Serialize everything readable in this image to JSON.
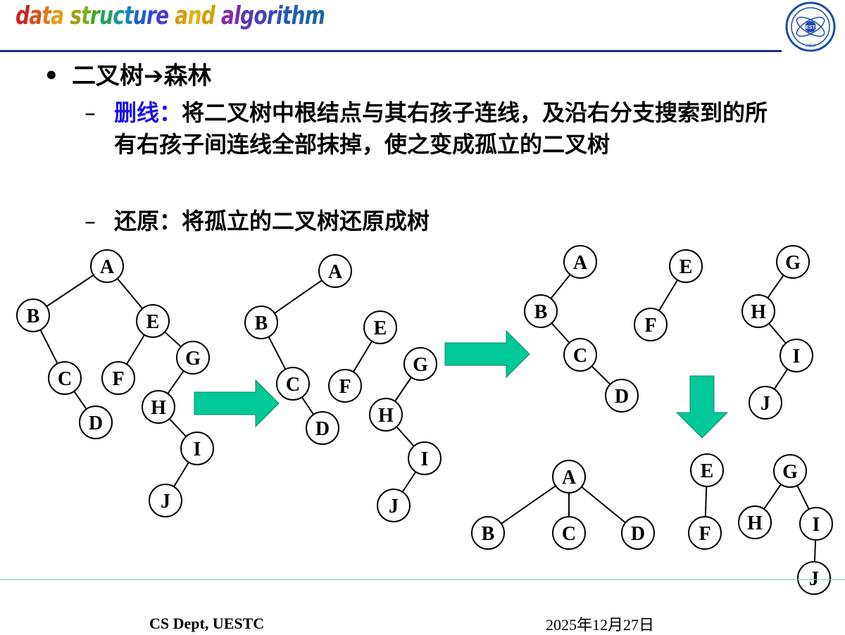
{
  "header": {
    "title_chars": [
      {
        "ch": "d",
        "color": "#c8281e"
      },
      {
        "ch": "a",
        "color": "#d8501a"
      },
      {
        "ch": "t",
        "color": "#e0781a"
      },
      {
        "ch": "a",
        "color": "#e89a1a"
      },
      {
        "ch": " ",
        "color": "#000000"
      },
      {
        "ch": "s",
        "color": "#a0a010"
      },
      {
        "ch": "t",
        "color": "#7ab020"
      },
      {
        "ch": "r",
        "color": "#40a830"
      },
      {
        "ch": "u",
        "color": "#20a060"
      },
      {
        "ch": "c",
        "color": "#18989a"
      },
      {
        "ch": "t",
        "color": "#1a80c0"
      },
      {
        "ch": "u",
        "color": "#2060d0"
      },
      {
        "ch": "r",
        "color": "#3048d0"
      },
      {
        "ch": "e",
        "color": "#5038c8"
      },
      {
        "ch": " ",
        "color": "#000000"
      },
      {
        "ch": "a",
        "color": "#d89a10"
      },
      {
        "ch": "n",
        "color": "#e0b010"
      },
      {
        "ch": "d",
        "color": "#d0a000"
      },
      {
        "ch": " ",
        "color": "#000000"
      },
      {
        "ch": "a",
        "color": "#8a2aa0"
      },
      {
        "ch": "l",
        "color": "#7030a8"
      },
      {
        "ch": "g",
        "color": "#5a38b0"
      },
      {
        "ch": "o",
        "color": "#4a40b8"
      },
      {
        "ch": "r",
        "color": "#3a48b8"
      },
      {
        "ch": "i",
        "color": "#3050b8"
      },
      {
        "ch": "t",
        "color": "#2858b0"
      },
      {
        "ch": "h",
        "color": "#2060a8"
      },
      {
        "ch": "m",
        "color": "#1868a0"
      }
    ],
    "logo": {
      "icon": "university-seal-icon",
      "text_center": "UESTC",
      "text_year": "1956"
    }
  },
  "content": {
    "bullet_title": "二叉树➔森林",
    "sub1_label": "删线：",
    "sub1_text": "将二叉树中根结点与其右孩子连线，及沿右分支搜索到的所有右孩子间连线全部抹掉，使之变成孤立的二叉树",
    "sub2_text": "还原：将孤立的二叉树还原成树"
  },
  "diagrams": {
    "binary_tree": {
      "nodes": [
        "A",
        "B",
        "E",
        "C",
        "F",
        "G",
        "D",
        "H",
        "I",
        "J"
      ],
      "edges": [
        [
          "A",
          "B"
        ],
        [
          "A",
          "E"
        ],
        [
          "B",
          "C"
        ],
        [
          "C",
          "D"
        ],
        [
          "E",
          "F"
        ],
        [
          "E",
          "G"
        ],
        [
          "G",
          "H"
        ],
        [
          "H",
          "I"
        ],
        [
          "I",
          "J"
        ]
      ]
    },
    "deleted_lines_tree": {
      "nodes": [
        "A",
        "B",
        "C",
        "D",
        "E",
        "F",
        "G",
        "H",
        "I",
        "J"
      ],
      "edges": [
        [
          "A",
          "B"
        ],
        [
          "B",
          "C"
        ],
        [
          "C",
          "D"
        ],
        [
          "E",
          "F"
        ],
        [
          "G",
          "H"
        ],
        [
          "H",
          "I"
        ],
        [
          "I",
          "J"
        ]
      ]
    },
    "isolated_binary_trees": {
      "nodes": [
        "A",
        "B",
        "C",
        "D",
        "E",
        "F",
        "G",
        "H",
        "I",
        "J"
      ],
      "edges": [
        [
          "A",
          "B"
        ],
        [
          "B",
          "C"
        ],
        [
          "C",
          "D"
        ],
        [
          "E",
          "F"
        ],
        [
          "G",
          "H"
        ],
        [
          "H",
          "I"
        ],
        [
          "I",
          "J"
        ]
      ]
    },
    "forest": {
      "nodes": [
        "A",
        "B",
        "C",
        "D",
        "E",
        "F",
        "G",
        "H",
        "I",
        "J"
      ],
      "edges": [
        [
          "A",
          "B"
        ],
        [
          "A",
          "C"
        ],
        [
          "A",
          "D"
        ],
        [
          "E",
          "F"
        ],
        [
          "G",
          "H"
        ],
        [
          "G",
          "I"
        ],
        [
          "I",
          "J"
        ]
      ]
    },
    "arrow_color": "#00c896"
  },
  "footer": {
    "left": "CS Dept, UESTC",
    "right": "2025年12月27日"
  }
}
